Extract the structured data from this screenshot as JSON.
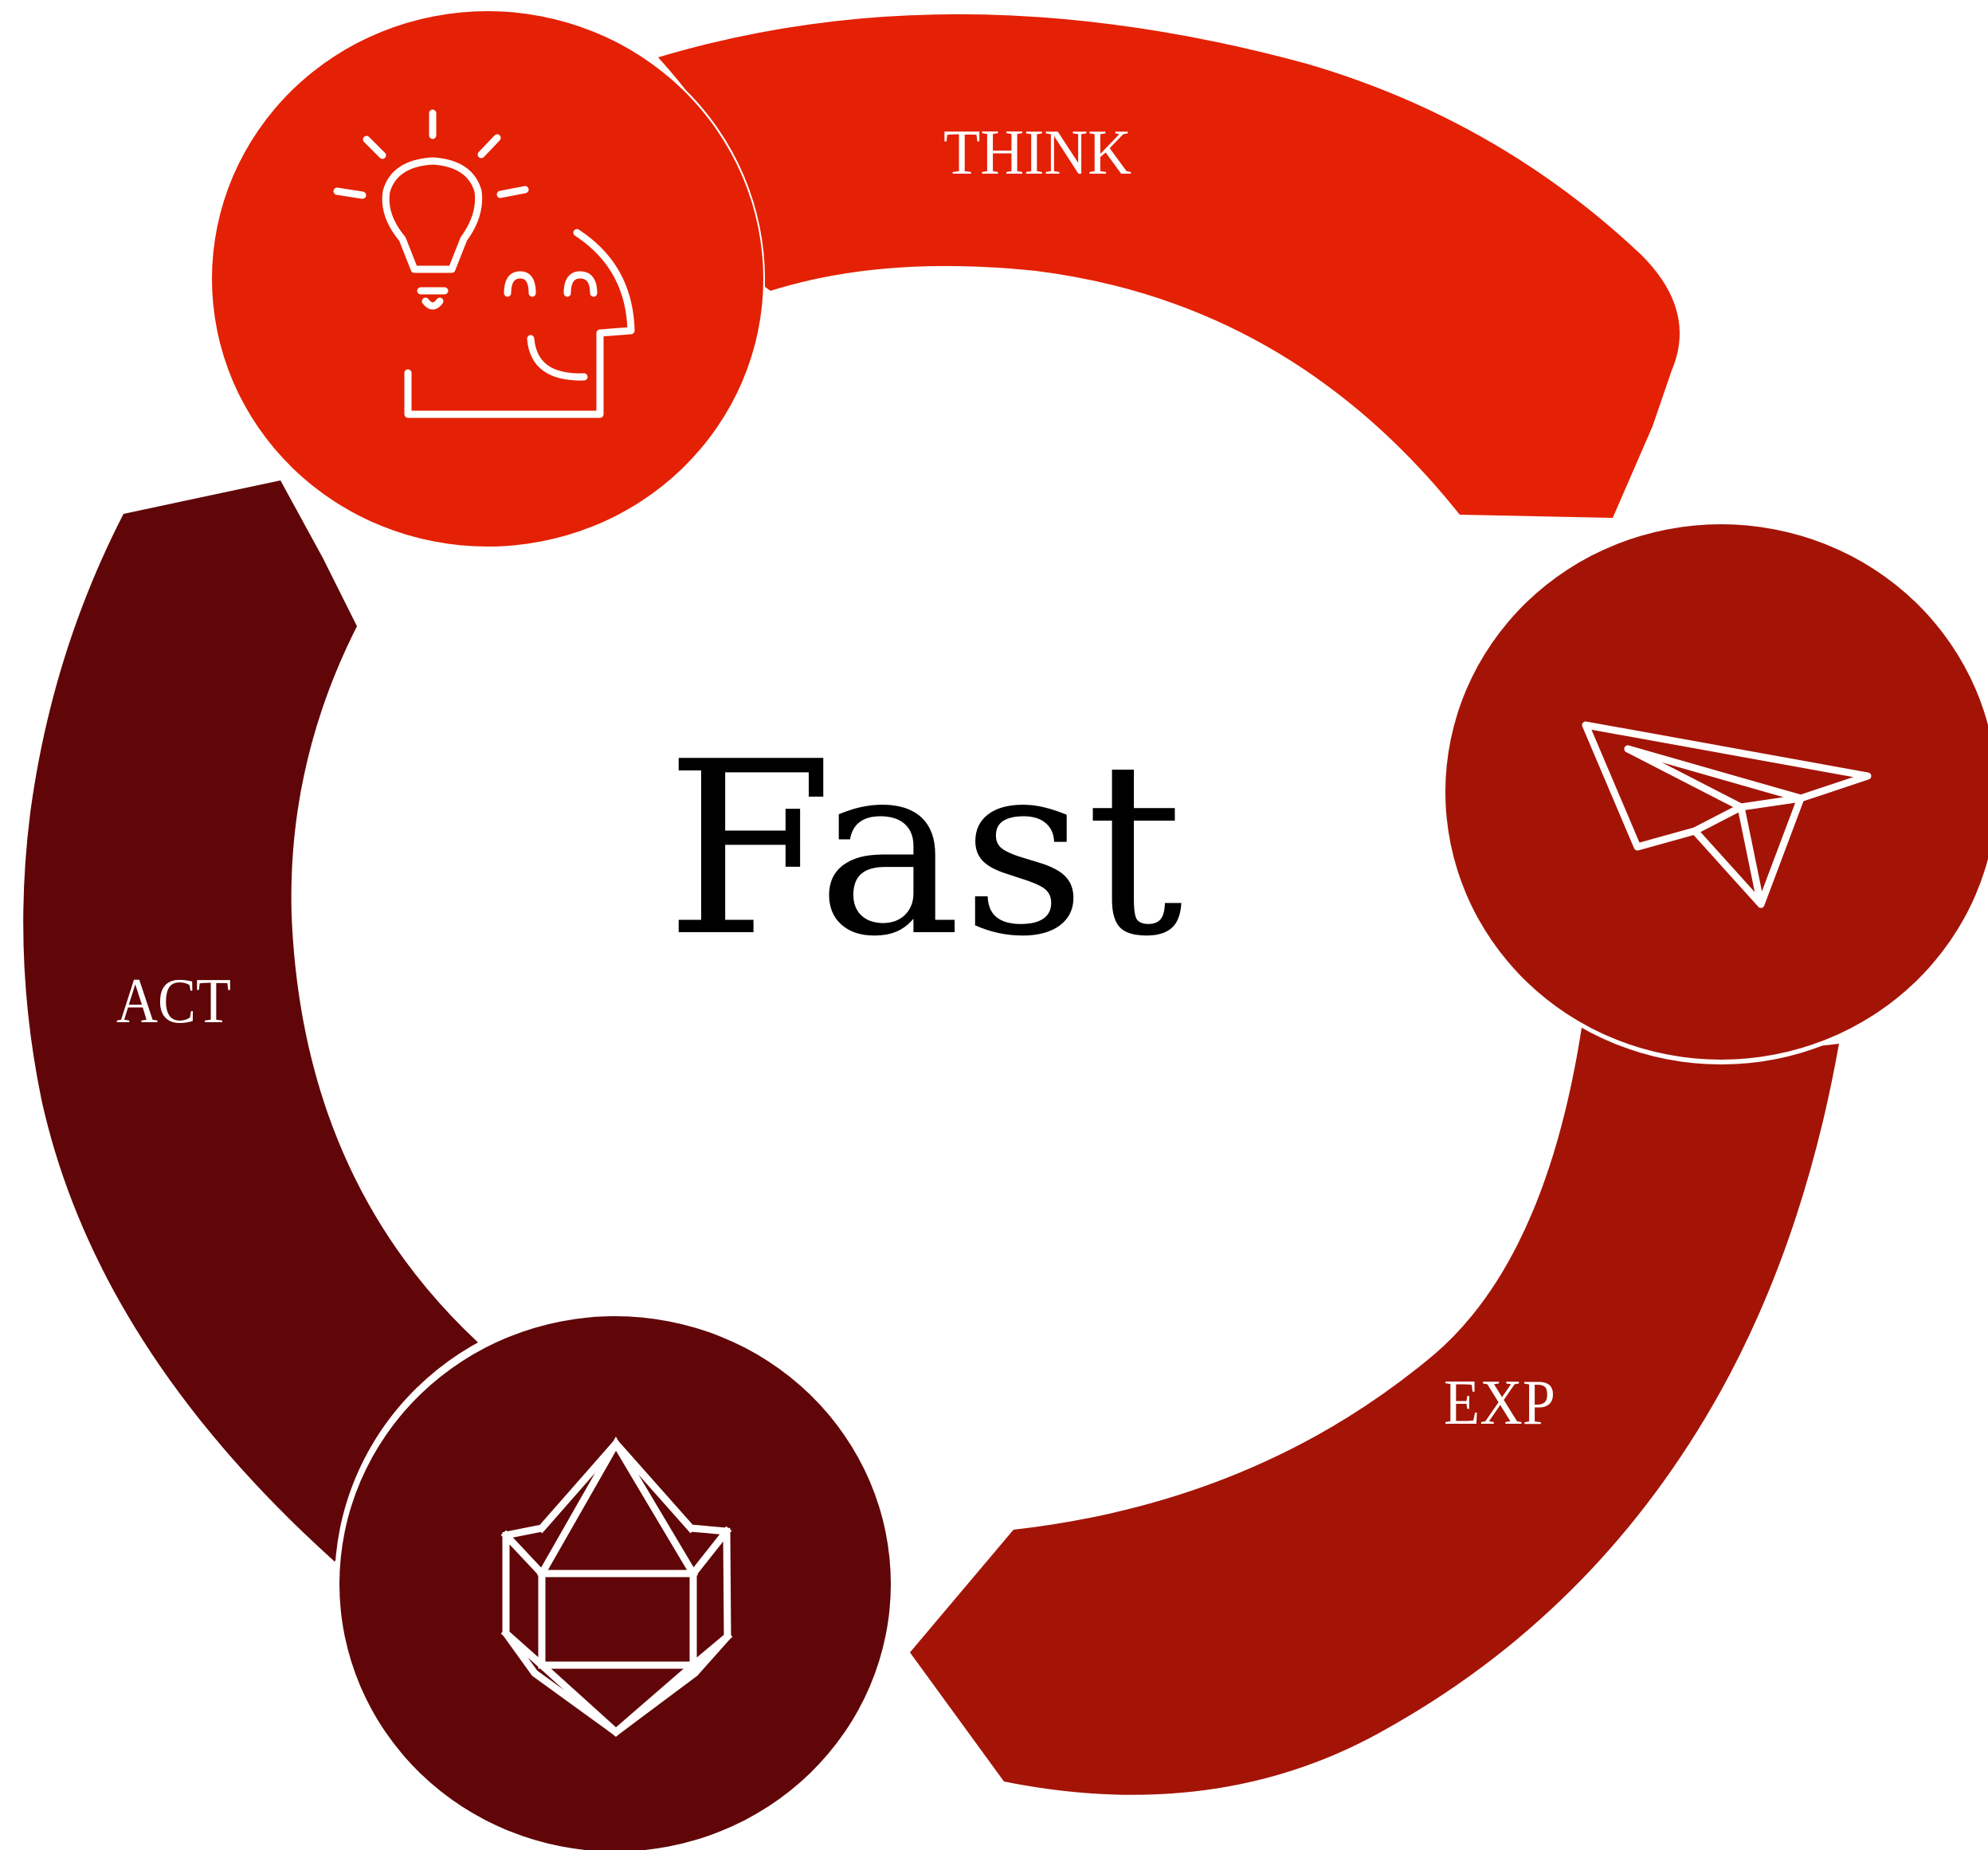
{
  "diagram": {
    "center_label": "Fast",
    "stages": [
      {
        "label": "THINK",
        "icon": "lightbulb-head-icon",
        "color": "#E42104"
      },
      {
        "label": "EXP",
        "icon": "paper-plane-icon",
        "color": "#A31407"
      },
      {
        "label": "ACT",
        "icon": "gem-crystal-icon",
        "color": "#600608"
      }
    ]
  }
}
